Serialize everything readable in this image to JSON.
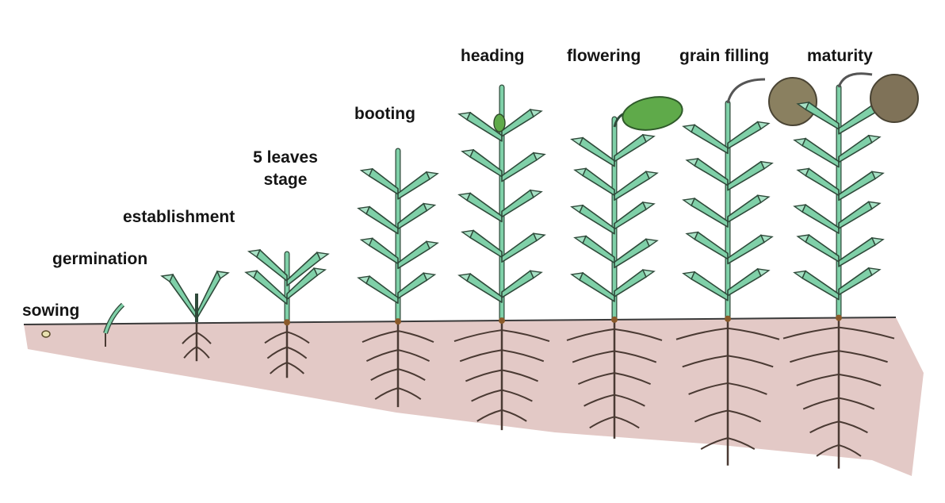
{
  "diagram": {
    "stages": [
      {
        "id": "sowing",
        "label": "sowing"
      },
      {
        "id": "germination",
        "label": "germination"
      },
      {
        "id": "establishment",
        "label": "establishment"
      },
      {
        "id": "five-leaves",
        "label": "5 leaves\nstage"
      },
      {
        "id": "booting",
        "label": "booting"
      },
      {
        "id": "heading",
        "label": "heading"
      },
      {
        "id": "flowering",
        "label": "flowering"
      },
      {
        "id": "grain-filling",
        "label": "grain filling"
      },
      {
        "id": "maturity",
        "label": "maturity"
      }
    ]
  },
  "colors": {
    "leaf": "#7fd0a8",
    "leaf_edge": "#2f4a3a",
    "soil": "#d9b7b3",
    "root": "#4a3a33",
    "flower_head": "#5faa4a",
    "ripe_head": "#8a8060",
    "ground_line": "#3a3a3a"
  }
}
